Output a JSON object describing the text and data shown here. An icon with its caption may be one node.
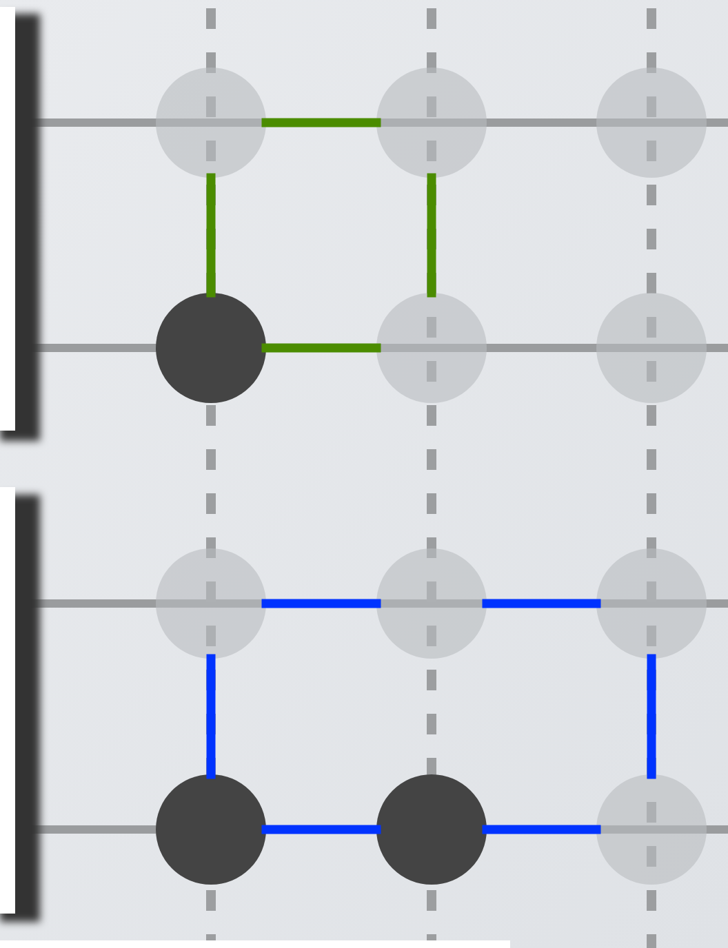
{
  "diagram": {
    "nodes": [
      {
        "text": [],
        "shape": "circle"
      },
      {
        "text": [],
        "shape": "circle"
      },
      {
        "text": [],
        "shape": "circle"
      },
      {
        "text": [],
        "shape": "circle"
      },
      {
        "text": [],
        "shape": "circle"
      },
      {
        "text": [],
        "shape": "circle"
      },
      {
        "text": [],
        "shape": "circle"
      },
      {
        "text": [],
        "shape": "circle"
      },
      {
        "text": [],
        "shape": "circle"
      },
      {
        "text": [],
        "shape": "circle"
      },
      {
        "text": [],
        "shape": "circle"
      },
      {
        "text": [],
        "shape": "circle"
      }
    ],
    "edges": [
      {
        "from": 3,
        "to": 0,
        "arrow": "none",
        "color": "#4b8c00"
      },
      {
        "from": 0,
        "to": 1,
        "arrow": "none",
        "color": "#4b8c00"
      },
      {
        "from": 1,
        "to": 4,
        "arrow": "none",
        "color": "#4b8c00"
      },
      {
        "from": 4,
        "to": 3,
        "arrow": "none",
        "color": "#4b8c00"
      },
      {
        "from": 9,
        "to": 6,
        "arrow": "none",
        "color": "#0033ff"
      },
      {
        "from": 6,
        "to": 7,
        "arrow": "none",
        "color": "#0033ff"
      },
      {
        "from": 7,
        "to": 8,
        "arrow": "none",
        "color": "#0033ff"
      },
      {
        "from": 8,
        "to": 11,
        "arrow": "none",
        "color": "#0033ff"
      },
      {
        "from": 11,
        "to": 10,
        "arrow": "none",
        "color": "#0033ff"
      },
      {
        "from": 10,
        "to": 9,
        "arrow": "none",
        "color": "#0033ff"
      }
    ]
  }
}
